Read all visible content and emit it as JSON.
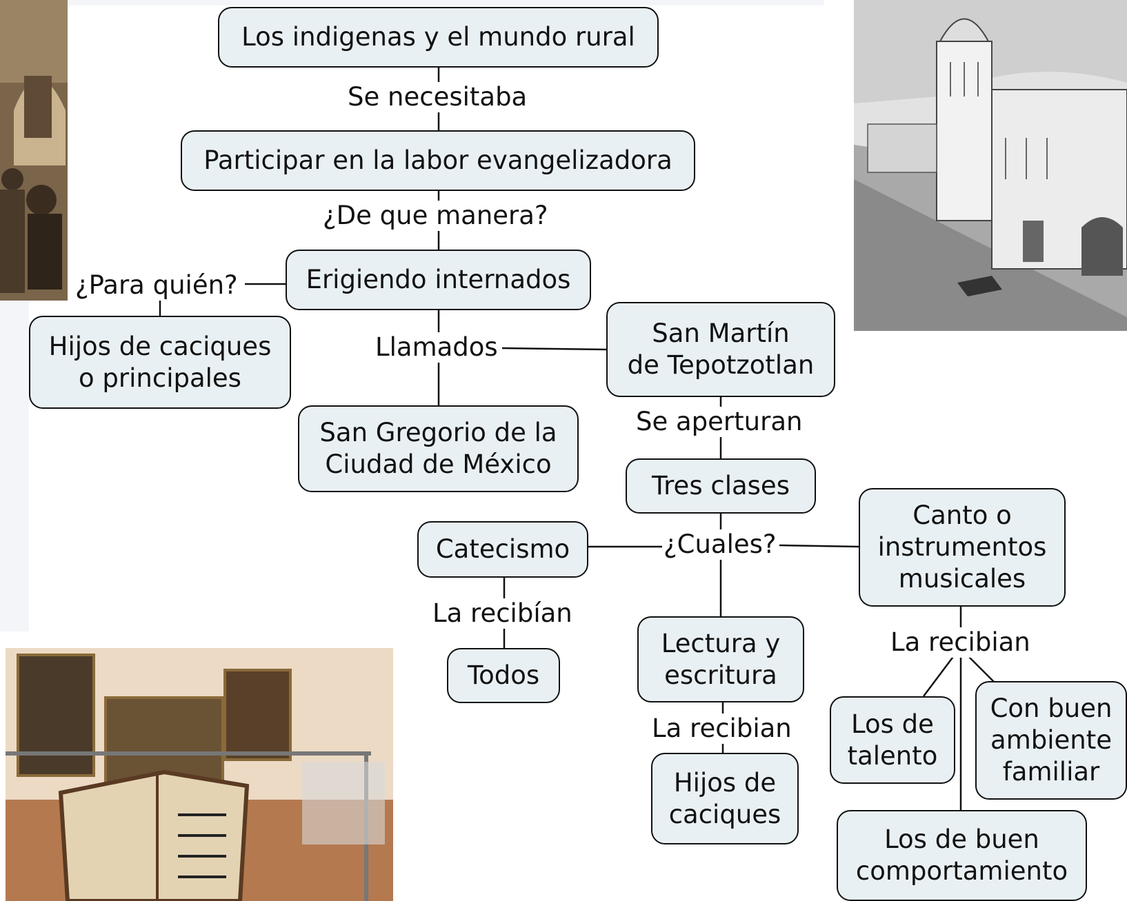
{
  "nodes": {
    "n1": "Los indigenas y el mundo rural",
    "n2": "Participar en la labor evangelizadora",
    "n3": "Erigiendo internados",
    "n4": "Hijos de caciques\no principales",
    "n5": "San Martín\nde Tepotzotlan",
    "n6": "San Gregorio de la\nCiudad de México",
    "n7": "Tres clases",
    "n8": "Catecismo",
    "n9": "Canto o\ninstrumentos\nmusicales",
    "n10": "Todos",
    "n11": "Lectura y\nescritura",
    "n12": "Hijos de\ncaciques",
    "n13": "Los de\ntalento",
    "n14": "Con buen\nambiente\nfamiliar",
    "n15": "Los de buen\ncomportamiento"
  },
  "links": {
    "l1": "Se necesitaba",
    "l2": "¿De que manera?",
    "l3": "¿Para quién?",
    "l4": "Llamados",
    "l5": "Se aperturan",
    "l6": "¿Cuales?",
    "l7": "La recibían",
    "l8": "La recibian",
    "l9": "La recibian"
  }
}
